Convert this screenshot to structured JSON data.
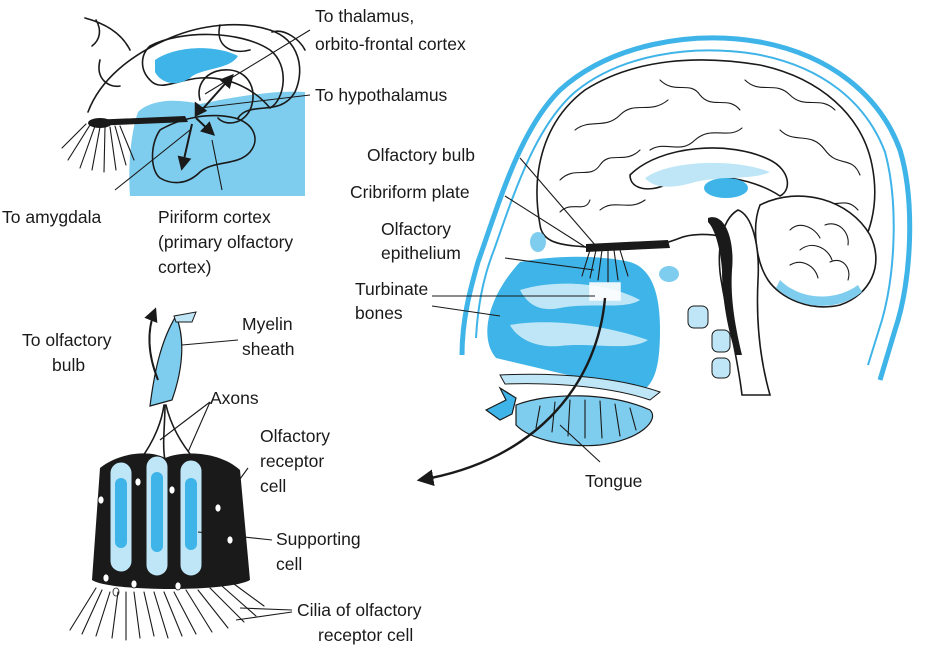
{
  "labels": {
    "to_thalamus_1": "To thalamus,",
    "to_thalamus_2": "orbito-frontal cortex",
    "to_hypothalamus": "To hypothalamus",
    "to_amygdala": "To amygdala",
    "piriform_1": "Piriform cortex",
    "piriform_2": "(primary olfactory",
    "piriform_3": "cortex)",
    "olfactory_bulb": "Olfactory bulb",
    "cribriform_plate": "Cribriform plate",
    "olfactory_epithelium_1": "Olfactory",
    "olfactory_epithelium_2": "epithelium",
    "turbinate_1": "Turbinate",
    "turbinate_2": "bones",
    "to_olfactory_bulb_1": "To olfactory",
    "to_olfactory_bulb_2": "bulb",
    "myelin_1": "Myelin",
    "myelin_2": "sheath",
    "axons": "Axons",
    "receptor_cell_1": "Olfactory",
    "receptor_cell_2": "receptor",
    "receptor_cell_3": "cell",
    "supporting_1": "Supporting",
    "supporting_2": "cell",
    "tongue": "Tongue",
    "cilia_1": "Cilia of olfactory",
    "cilia_2": "receptor cell"
  },
  "colors": {
    "blue_dark": "#3fb4e8",
    "blue_mid": "#7fcdee",
    "blue_light": "#bfe6f7",
    "ink": "#1a1a1a"
  }
}
